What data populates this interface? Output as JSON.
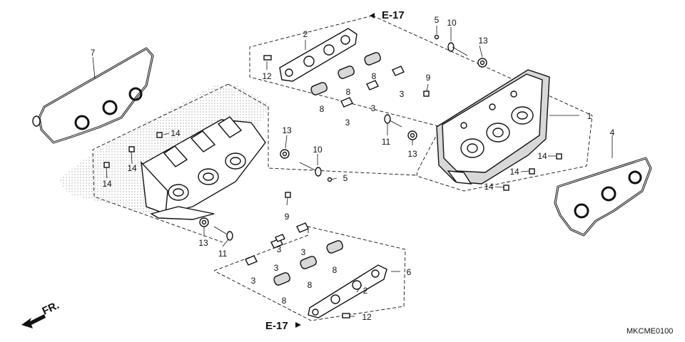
{
  "diagram": {
    "code": "MKCME0100",
    "direction_label": "FR.",
    "references": [
      "E-17",
      "E-17"
    ],
    "callouts": [
      {
        "id": "c1",
        "text": "1"
      },
      {
        "id": "c2a",
        "text": "2"
      },
      {
        "id": "c2b",
        "text": "2"
      },
      {
        "id": "c3a",
        "text": "3"
      },
      {
        "id": "c3b",
        "text": "3"
      },
      {
        "id": "c3c",
        "text": "3"
      },
      {
        "id": "c3d",
        "text": "3"
      },
      {
        "id": "c3e",
        "text": "3"
      },
      {
        "id": "c3f",
        "text": "3"
      },
      {
        "id": "c3g",
        "text": "3"
      },
      {
        "id": "c4",
        "text": "4"
      },
      {
        "id": "c5a",
        "text": "5"
      },
      {
        "id": "c5b",
        "text": "5"
      },
      {
        "id": "c6",
        "text": "6"
      },
      {
        "id": "c7",
        "text": "7"
      },
      {
        "id": "c8a",
        "text": "8"
      },
      {
        "id": "c8b",
        "text": "8"
      },
      {
        "id": "c8c",
        "text": "8"
      },
      {
        "id": "c8d",
        "text": "8"
      },
      {
        "id": "c8e",
        "text": "8"
      },
      {
        "id": "c8f",
        "text": "8"
      },
      {
        "id": "c9a",
        "text": "9"
      },
      {
        "id": "c9b",
        "text": "9"
      },
      {
        "id": "c10a",
        "text": "10"
      },
      {
        "id": "c10b",
        "text": "10"
      },
      {
        "id": "c11a",
        "text": "11"
      },
      {
        "id": "c11b",
        "text": "11"
      },
      {
        "id": "c12a",
        "text": "12"
      },
      {
        "id": "c12b",
        "text": "12"
      },
      {
        "id": "c13a",
        "text": "13"
      },
      {
        "id": "c13b",
        "text": "13"
      },
      {
        "id": "c13c",
        "text": "13"
      },
      {
        "id": "c13d",
        "text": "13"
      },
      {
        "id": "c14a",
        "text": "14"
      },
      {
        "id": "c14b",
        "text": "14"
      },
      {
        "id": "c14c",
        "text": "14"
      },
      {
        "id": "c14d",
        "text": "14"
      },
      {
        "id": "c14e",
        "text": "14"
      },
      {
        "id": "c14f",
        "text": "14"
      }
    ]
  }
}
